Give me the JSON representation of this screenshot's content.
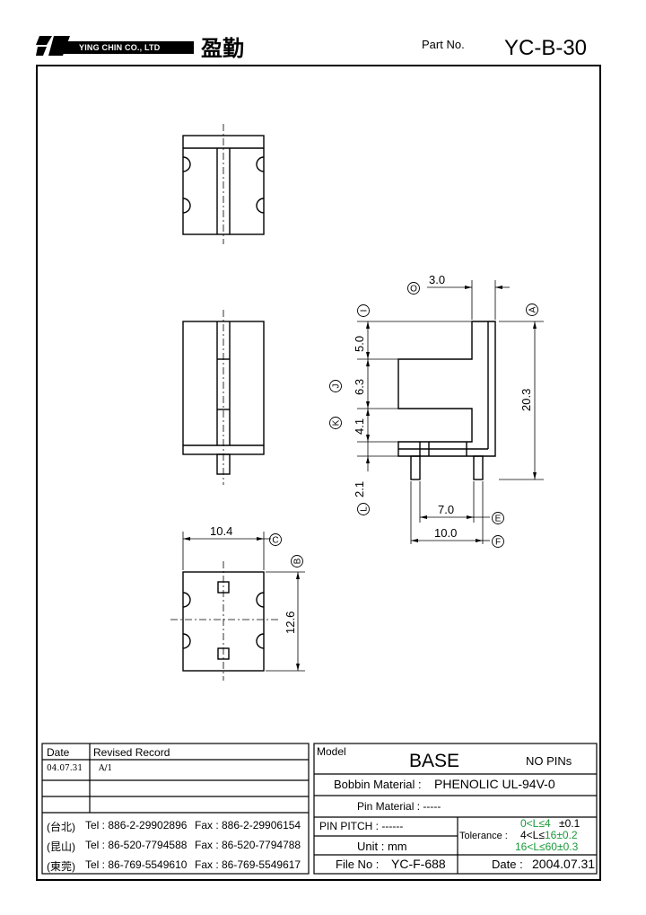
{
  "header": {
    "company_en": "YING CHIN CO., LTD",
    "company_cn": "盈勤",
    "part_label": "Part  No.",
    "part_no": "YC-B-30"
  },
  "drawing": {
    "dims": {
      "d_3_0": "3.0",
      "d_5_0": "5.0",
      "d_6_3": "6.3",
      "d_4_1": "4.1",
      "d_2_1": "2.1",
      "d_20_3": "20.3",
      "d_7_0": "7.0",
      "d_10_0": "10.0",
      "d_10_4": "10.4",
      "d_12_6": "12.6"
    },
    "markers": {
      "O": "O",
      "A": "A",
      "I": "I",
      "J": "J",
      "K": "K",
      "L": "L",
      "E": "E",
      "F": "F",
      "C": "C",
      "B": "B"
    }
  },
  "revision": {
    "date_header": "Date",
    "record_header": "Revised  Record",
    "rows": [
      {
        "date": "04.07.31",
        "record": "A/1"
      },
      {
        "date": "",
        "record": ""
      },
      {
        "date": "",
        "record": ""
      }
    ]
  },
  "contacts": [
    {
      "city": "(台北)",
      "tel": "Tel : 886-2-29902896",
      "fax": "Fax : 886-2-29906154"
    },
    {
      "city": "(昆山)",
      "tel": "Tel : 86-520-7794588",
      "fax": "Fax : 86-520-7794788"
    },
    {
      "city": "(東莞)",
      "tel": "Tel : 86-769-5549610",
      "fax": "Fax : 86-769-5549617"
    }
  ],
  "spec": {
    "model_label": "Model",
    "model": "BASE",
    "pins": "NO PINs",
    "bobbin_label": "Bobbin  Material :",
    "bobbin": "PHENOLIC UL-94V-0",
    "pin_material": "Pin  Material : -----",
    "pin_pitch": "PIN  PITCH : ------",
    "unit": "Unit : mm",
    "file_label": "File  No :",
    "file_no": "YC-F-688",
    "tolerance_label": "Tolerance :",
    "tolerance_rows": [
      {
        "prefix": "0<L≤",
        "limit": "4",
        "tol": "±0.1"
      },
      {
        "prefix": "4<L≤",
        "limit": "16",
        "tol": "±0.2"
      },
      {
        "prefix": "16<L≤",
        "limit": "60",
        "tol": "±0.3"
      }
    ],
    "date_label": "Date :",
    "date": "2004.07.31"
  },
  "colors": {
    "tolerance_accent": "#1a9a3a"
  }
}
